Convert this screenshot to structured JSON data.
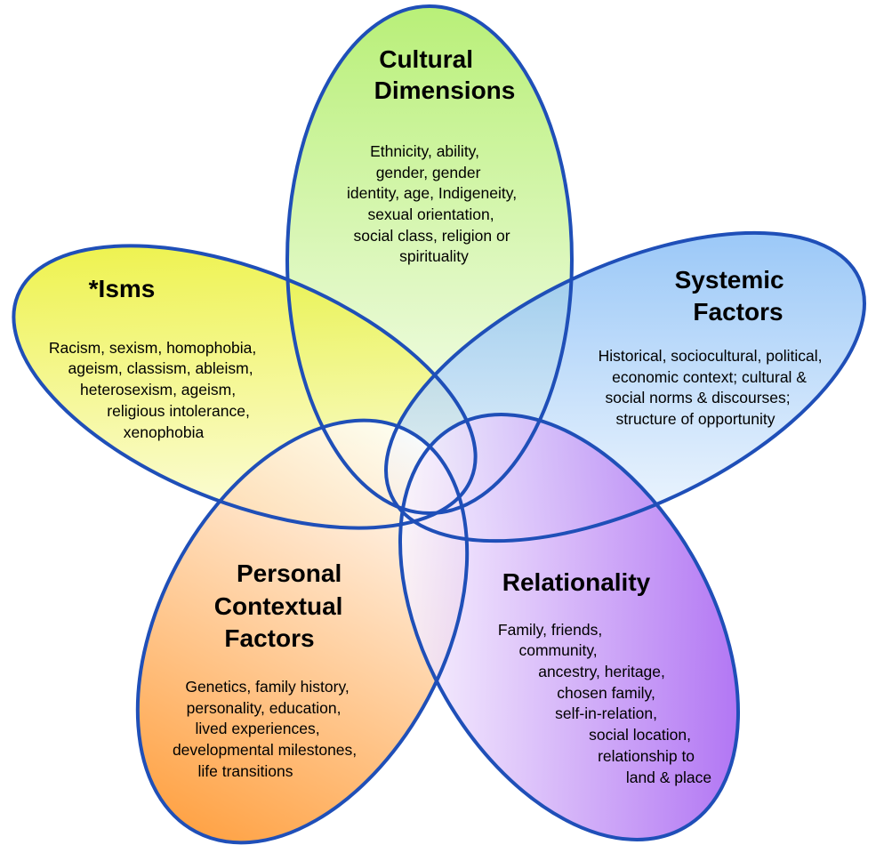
{
  "colors": {
    "outline": "#1f4fb8",
    "cultural": [
      "#ffffff",
      "#a9ec5a"
    ],
    "isms": [
      "#ffffff",
      "#e8ee12"
    ],
    "systemic": [
      "#ffffff",
      "#6fb0f4"
    ],
    "personal": [
      "#ffffff",
      "#ff8f1e"
    ],
    "relationality": [
      "#ffffff",
      "#8f38ee"
    ]
  },
  "petals": {
    "cultural": {
      "title": [
        "Cultural",
        "Dimensions"
      ],
      "body": [
        "Ethnicity, ability,",
        "gender, gender",
        "identity, age, Indigeneity,",
        "sexual orientation,",
        "social class, religion or",
        "spirituality"
      ]
    },
    "isms": {
      "title": [
        "*Isms"
      ],
      "body": [
        "Racism, sexism, homophobia,",
        "ageism, classism, ableism,",
        "heterosexism, ageism,",
        "religious intolerance,",
        "xenophobia"
      ]
    },
    "systemic": {
      "title": [
        "Systemic",
        "Factors"
      ],
      "body": [
        "Historical, sociocultural, political,",
        "economic context; cultural &",
        "social norms & discourses;",
        "structure of opportunity"
      ]
    },
    "personal": {
      "title": [
        "Personal",
        "Contextual",
        "Factors"
      ],
      "body": [
        "Genetics, family history,",
        "personality, education,",
        "lived experiences,",
        "developmental milestones,",
        "life transitions"
      ]
    },
    "relationality": {
      "title": [
        "Relationality"
      ],
      "body": [
        "Family, friends,",
        "community,",
        "ancestry, heritage,",
        "chosen family,",
        "self-in-relation,",
        "social location,",
        "relationship to",
        "land & place"
      ]
    }
  }
}
